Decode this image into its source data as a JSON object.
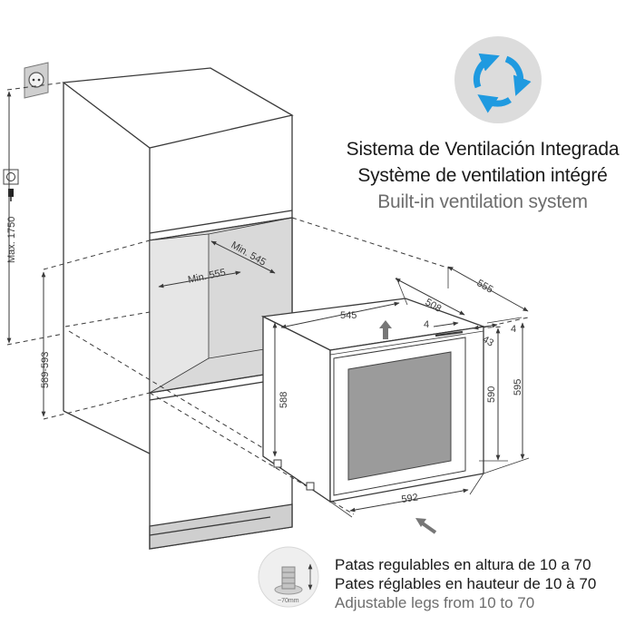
{
  "colors": {
    "line": "#3a3a3a",
    "niche_fill": "#d9d9d9",
    "circle_bg": "#dcdcdc",
    "arrow_blue": "#1f9ae0",
    "muted_text": "#6d6d6d",
    "dark_text": "#1a1a1a"
  },
  "icons": {
    "ventilation": "circular-arrows-icon",
    "wall_socket": "wall-socket-icon",
    "plug": "plug-icon",
    "airflow": "airflow-arrow-icon",
    "adjustable_leg": "adjustable-leg-icon"
  },
  "title": {
    "es": "Sistema de Ventilación Integrada",
    "fr": "Système de ventilation intégré",
    "en": "Built-in ventilation system"
  },
  "legs": {
    "es": "Patas regulables en altura de 10 a 70",
    "fr": "Pates réglables en hauteur de 10 à 70",
    "en": "Adjustable legs from 10 to 70",
    "icon_label": "~70mm"
  },
  "dimensions": {
    "max_height": "Max. 1750",
    "niche_height": "589-593",
    "niche_width_min": "Min. 555",
    "niche_depth_min": "Min. 545",
    "appliance_width_top": "545",
    "appliance_depth": "508",
    "total_depth": "555",
    "door_gap": "4",
    "door_thickness": "43",
    "side_offset": "4",
    "body_height": "588",
    "appliance_height": "590",
    "total_height": "595",
    "appliance_width": "592"
  }
}
